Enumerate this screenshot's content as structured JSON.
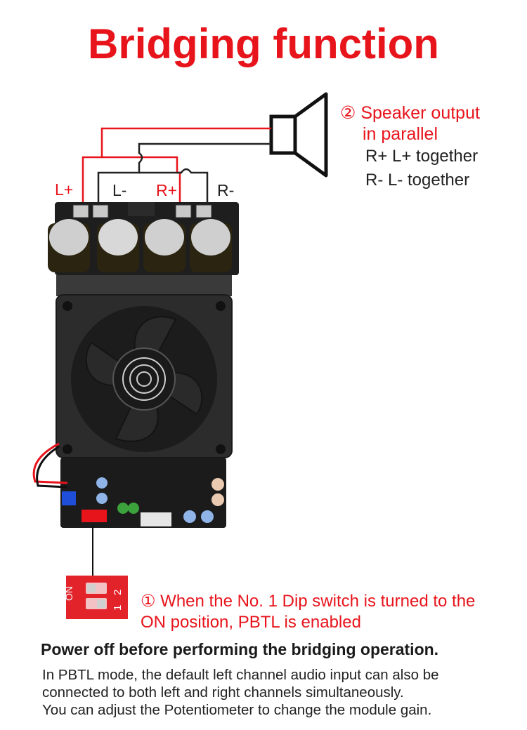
{
  "title": "Bridging function",
  "terminals": {
    "l_plus": "L+",
    "l_minus": "L-",
    "r_plus": "R+",
    "r_minus": "R-"
  },
  "speaker_note": {
    "line1": "② Speaker output",
    "line2": "in parallel",
    "line3": "R+ L+ together",
    "line4": "R- L- together"
  },
  "dip_note": {
    "line1": "① When the No. 1 Dip switch is turned to the",
    "line2": "ON position, PBTL is enabled",
    "switch_labels": [
      "2",
      "1"
    ]
  },
  "warning": "Power off before performing the bridging operation.",
  "description": [
    "In PBTL mode, the default left channel audio input can also be",
    "connected to both left and right channels simultaneously.",
    "You can adjust the Potentiometer to change the module gain."
  ],
  "colors": {
    "accent": "#e8141c",
    "wire_red": "#e8141c",
    "wire_black": "#222222",
    "board": "#1b1b1b"
  }
}
